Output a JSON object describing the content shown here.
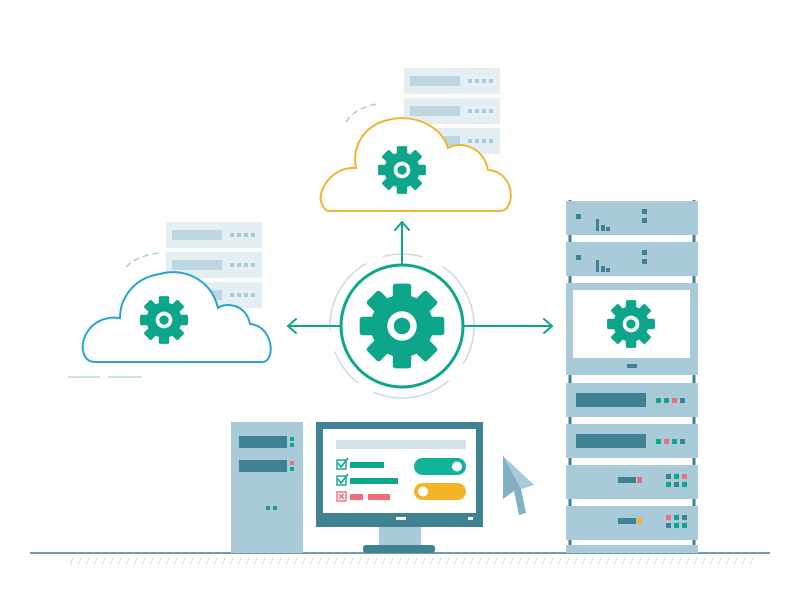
{
  "colors": {
    "teal": "#0ea68b",
    "teal_dark": "#3e8294",
    "blue_light": "#a9cbd9",
    "blue_pale": "#e4eef3",
    "cloud_blue": "#29a3d6",
    "cloud_yellow": "#f0b532",
    "toggle_on": "#13b39a",
    "toggle_off": "#f4b428",
    "red": "#ee6d7b",
    "ground": "#6d9faf"
  },
  "icons": {
    "central_hub": "gear-icon",
    "cloud_left": "gear-icon",
    "cloud_top": "gear-icon",
    "rack_screen": "gear-icon",
    "cursor": "mouse-pointer-icon",
    "checklist_item_1": "checked-box-icon",
    "checklist_item_2": "checked-box-icon",
    "checklist_item_3": "crossed-box-icon"
  },
  "monitor": {
    "checklist": [
      {
        "status": "checked"
      },
      {
        "status": "checked"
      },
      {
        "status": "failed"
      }
    ],
    "toggles": [
      {
        "state": "on"
      },
      {
        "state": "off"
      }
    ]
  }
}
